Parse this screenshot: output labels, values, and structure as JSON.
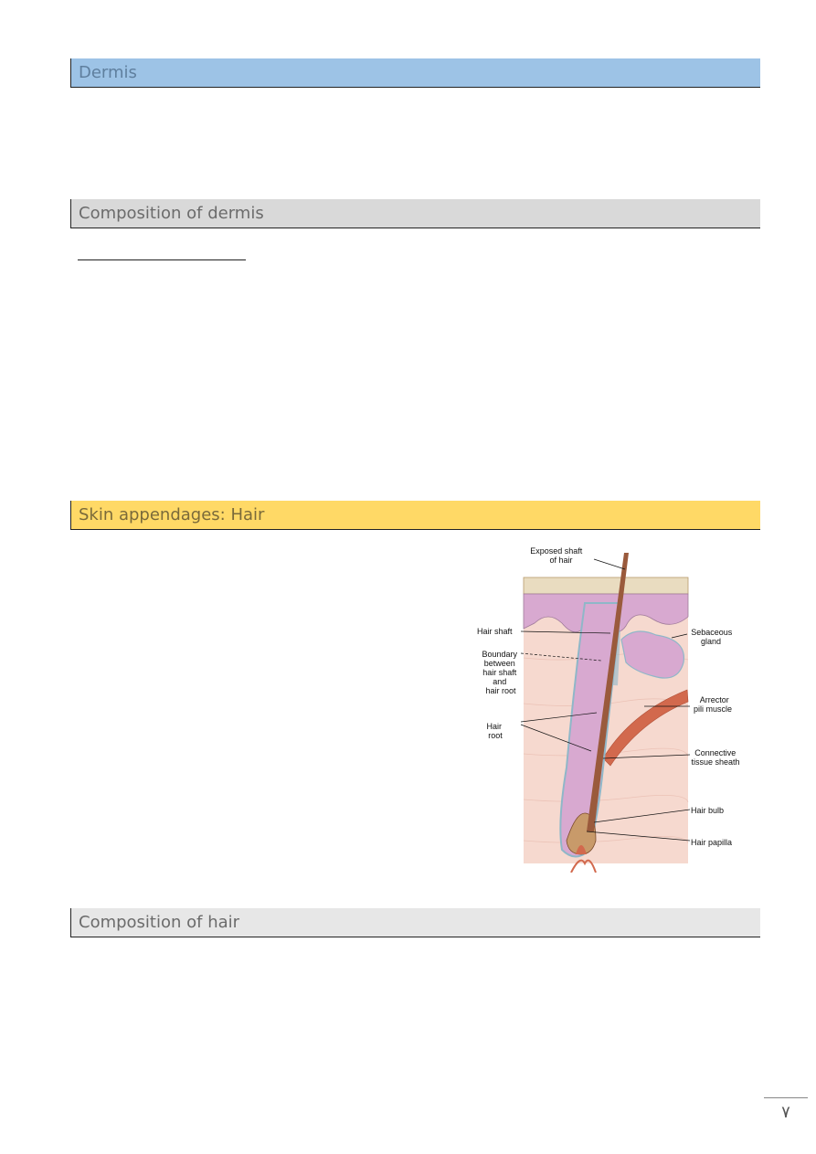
{
  "sections": {
    "dermis": "Dermis",
    "composition_dermis": "Composition of dermis",
    "skin_appendages_hair": "Skin appendages: Hair",
    "composition_hair": "Composition of hair"
  },
  "figure": {
    "labels": {
      "exposed_shaft": [
        "Exposed shaft",
        "of hair"
      ],
      "hair_shaft": "Hair shaft",
      "boundary": [
        "Boundary",
        "between",
        "hair shaft",
        "and",
        "hair root"
      ],
      "hair_root": [
        "Hair",
        "root"
      ],
      "sebaceous": [
        "Sebaceous",
        "gland"
      ],
      "arrector": [
        "Arrector",
        "pili muscle"
      ],
      "connective": [
        "Connective",
        "tissue sheath"
      ],
      "hair_bulb": "Hair bulb",
      "hair_papilla": "Hair papilla"
    },
    "colors": {
      "epidermis": "#d8a9d0",
      "dermis": "#f6d9cf",
      "surface": "#e9dcc0",
      "hair": "#9a5a3c",
      "muscle": "#d2694d",
      "sheath": "#8fb7c8"
    }
  },
  "page_number": "٧"
}
